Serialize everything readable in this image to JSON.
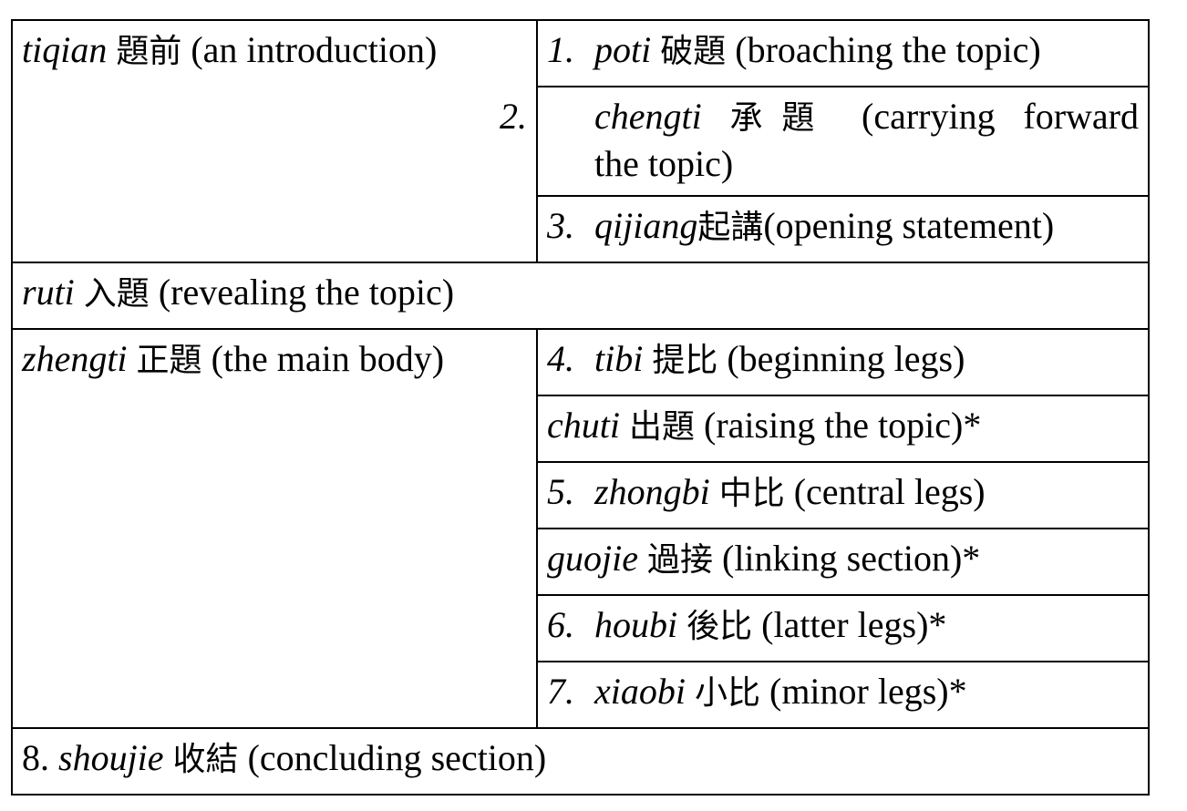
{
  "rows": {
    "tiqian": {
      "rom": "tiqian",
      "zh": "題前",
      "gloss": "(an introduction)"
    },
    "poti": {
      "num": "1.",
      "rom": "poti",
      "zh": "破題",
      "gloss": "(broaching the topic)"
    },
    "chengti": {
      "num": "2.",
      "rom": "chengti",
      "zh": "承題",
      "gloss_line1": "(carrying forward",
      "gloss_line2": "the topic)"
    },
    "qijiang": {
      "num": "3.",
      "rom": "qijiang",
      "zh": "起講",
      "gloss": "(opening statement)"
    },
    "ruti": {
      "rom": "ruti",
      "zh": "入題",
      "gloss": "(revealing the topic)"
    },
    "zhengti": {
      "rom": "zhengti",
      "zh": "正題",
      "gloss": "(the main body)"
    },
    "tibi": {
      "num": "4.",
      "rom": "tibi",
      "zh": "提比",
      "gloss": "(beginning legs)"
    },
    "chuti": {
      "rom": "chuti",
      "zh": "出題",
      "gloss": "(raising the topic)*"
    },
    "zhongbi": {
      "num": "5.",
      "rom": "zhongbi",
      "zh": "中比",
      "gloss": "(central legs)"
    },
    "guojie": {
      "rom": "guojie",
      "zh": "過接",
      "gloss": "(linking section)*"
    },
    "houbi": {
      "num": "6.",
      "rom": "houbi",
      "zh": "後比",
      "gloss": "(latter legs)*"
    },
    "xiaobi": {
      "num": "7.",
      "rom": "xiaobi",
      "zh": "小比",
      "gloss": "(minor legs)*"
    },
    "shoujie": {
      "num": "8.",
      "rom": "shoujie",
      "zh": "收結",
      "gloss": "(concluding section)"
    }
  }
}
